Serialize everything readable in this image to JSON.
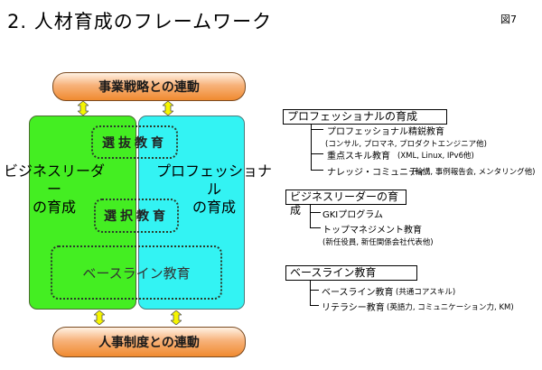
{
  "title": "2. 人材育成のフレームワーク",
  "figure_number": "図7",
  "diagram": {
    "top_link": "事業戦略との連動",
    "bottom_link": "人事制度との連動",
    "left_column": {
      "label_line1": "ビジネスリーダー",
      "label_line2": "の育成",
      "color": "#44ee22"
    },
    "right_column": {
      "label_line1": "プロフェッショナル",
      "label_line2": "の育成",
      "color": "#22f2f2"
    },
    "selective_education": "選抜教育",
    "chosen_education": "選択教育",
    "baseline_education": "ベースライン教育",
    "link_color": "#f08a30",
    "arrow_color": "#f5f500"
  },
  "outline": [
    {
      "heading": "プロフェッショナルの育成",
      "items": [
        {
          "text": "プロフェッショナル精鋭教育",
          "sub": "(コンサル, プロマネ, プロダクトエンジニア他)"
        },
        {
          "text": "重点スキル教育",
          "sub": "(XML, Linux, IPv6他)"
        },
        {
          "text": "ナレッジ・コミュニティ",
          "sub": "(輪講, 事例報告会, メンタリング他)"
        }
      ]
    },
    {
      "heading": "ビジネスリーダーの育成",
      "items": [
        {
          "text": "GKIプログラム",
          "sub": ""
        },
        {
          "text": "トップマネジメント教育",
          "sub": "(新任役員, 新任関係会社代表他)"
        }
      ]
    },
    {
      "heading": "ベースライン教育",
      "items": [
        {
          "text": "ベースライン教育",
          "sub": "(共通コアスキル)"
        },
        {
          "text": "リテラシー教育",
          "sub": "(英語力, コミュニケーション力, KM)"
        }
      ]
    }
  ]
}
